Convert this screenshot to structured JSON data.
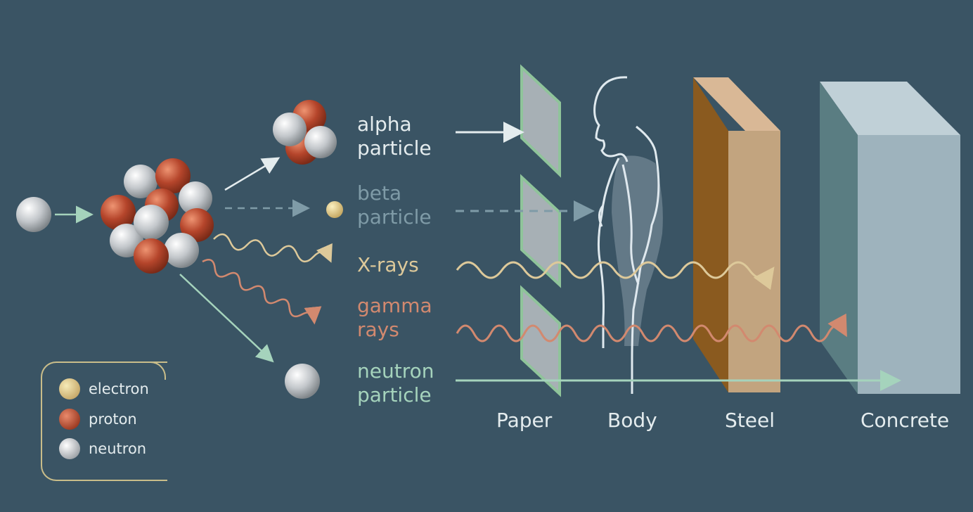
{
  "radiation_types": {
    "alpha": [
      "alpha",
      "particle"
    ],
    "beta": [
      "beta",
      "particle"
    ],
    "xray": "X-rays",
    "gamma": [
      "gamma",
      "rays"
    ],
    "neutron": [
      "neutron",
      "particle"
    ]
  },
  "materials": {
    "paper": "Paper",
    "body": "Body",
    "steel": "Steel",
    "concrete": "Concrete"
  },
  "legend": {
    "electron": "electron",
    "proton": "proton",
    "neutron": "neutron"
  },
  "colors": {
    "background": "#3a5464",
    "alpha": "#e4ecee",
    "beta": "#7f9ba7",
    "xray": "#ddc99a",
    "gamma": "#d2896f",
    "neutron_path": "#a5d3bc",
    "proton": "#b5452b",
    "neutron": "#c8cbcf",
    "electron": "#d9c37e",
    "paper": "#a7b0b5",
    "steel": "#c2a47f",
    "concrete": "#9eb3bd"
  }
}
